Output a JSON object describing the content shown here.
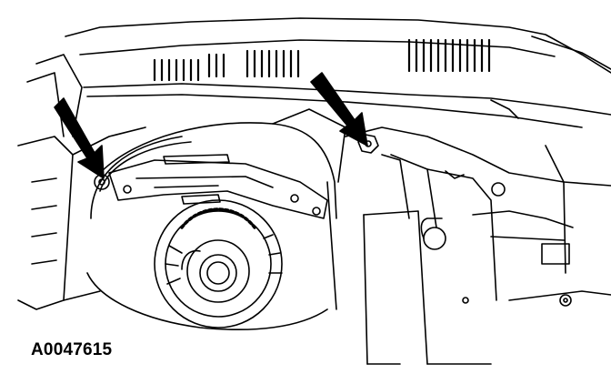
{
  "figure": {
    "reference_number": "A0047615",
    "callouts": [
      "arrow-left-bolt",
      "arrow-right-bolt"
    ]
  },
  "colors": {
    "line": "#000000",
    "background": "#ffffff"
  }
}
